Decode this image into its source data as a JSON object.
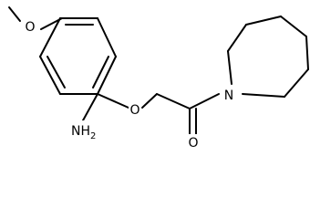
{
  "molecule": {
    "atom_labels": {
      "methoxy_oxygen": "O",
      "ether_oxygen": "O",
      "carbonyl_oxygen": "O",
      "ring_nitrogen": "N",
      "amine_text": "NH",
      "amine_subscript": "2"
    }
  }
}
